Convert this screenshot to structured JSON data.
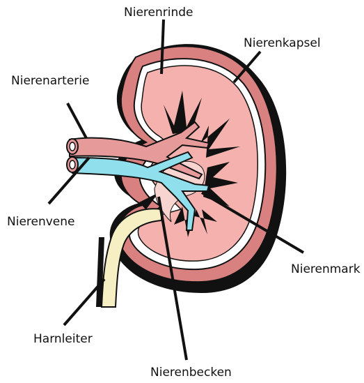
{
  "labels": {
    "nierenrinde": "Nierenrinde",
    "nierenkapsel": "Nierenkapsel",
    "nierenarterie": "Nierenarterie",
    "nierenvene": "Nierenvene",
    "nierenmark": "Nierenmark",
    "harnleiter": "Harnleiter",
    "nierenbecken": "Nierenbecken"
  },
  "colors": {
    "capsule": "#d98080",
    "cortex": "#f4b1ad",
    "medulla_dark": "#111111",
    "artery": "#e79a9a",
    "vein": "#8fe0ec",
    "ureter": "#f7efc4",
    "outline": "#111111"
  }
}
